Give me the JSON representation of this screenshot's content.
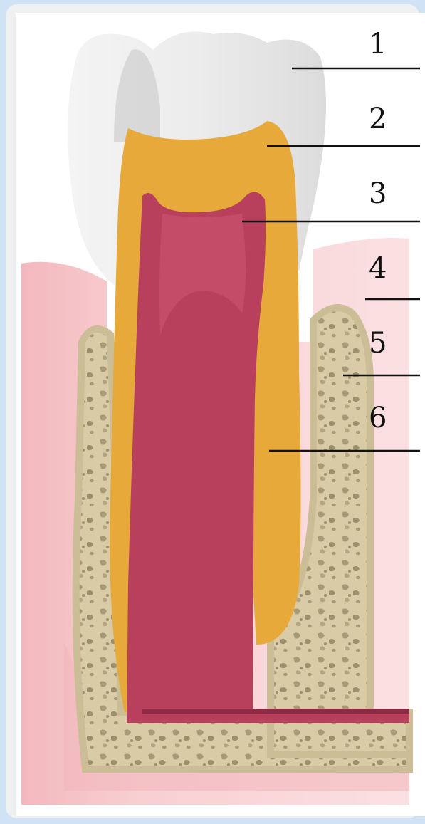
{
  "labels": [
    {
      "number": "1"
    },
    {
      "number": "2"
    },
    {
      "number": "3"
    },
    {
      "number": "4"
    },
    {
      "number": "5"
    },
    {
      "number": "6"
    }
  ],
  "colors": {
    "background_border": "#cfe3f5",
    "enamel": "#e6e6e6",
    "dentin": "#e6a93a",
    "pulp": "#b9405c",
    "gum": "#f7c9cc",
    "bone": "#d8cba6",
    "bone_spots": "#a89a78",
    "leader_line": "#111111"
  }
}
